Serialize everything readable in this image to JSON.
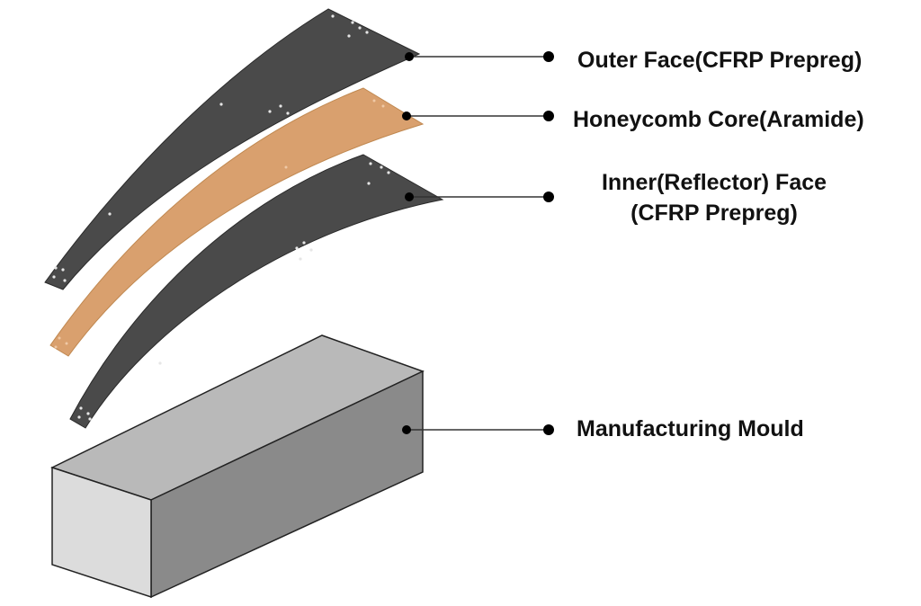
{
  "labels": {
    "outer_face": "Outer Face(CFRP Prepreg)",
    "honeycomb_core": "Honeycomb Core(Aramide)",
    "inner_face_line1": "Inner(Reflector) Face",
    "inner_face_line2": "(CFRP Prepreg)",
    "mould": "Manufacturing Mould"
  },
  "colors": {
    "face_sheet": "#4a4a4a",
    "honeycomb": "#d9a06e",
    "mould_front": "#dcdcdc",
    "mould_top": "#b9b9b9",
    "mould_side": "#8a8a8a",
    "leader_line": "#333333",
    "leader_dot": "#000000"
  }
}
